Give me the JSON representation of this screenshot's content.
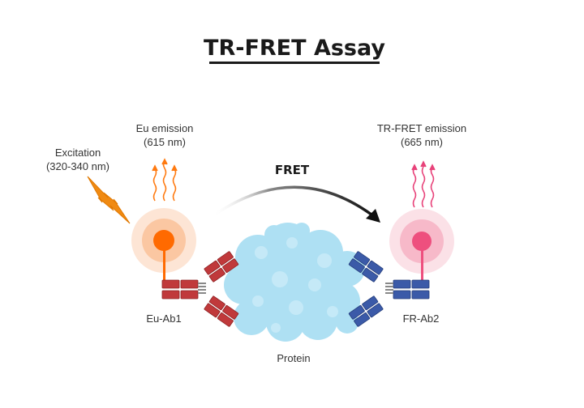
{
  "title": "TR-FRET Assay",
  "labels": {
    "excitation_line1": "Excitation",
    "excitation_line2": "(320-340 nm)",
    "eu_emission_line1": "Eu emission",
    "eu_emission_line2": "(615 nm)",
    "tr_fret_emission_line1": "TR-FRET emission",
    "tr_fret_emission_line2": "(665 nm)",
    "fret": "FRET",
    "eu_ab1": "Eu-Ab1",
    "fr_ab2": "FR-Ab2",
    "protein": "Protein"
  },
  "colors": {
    "eu_orange": "#ff6a00",
    "eu_glow": "#fcd9c3",
    "bolt": "#f08a12",
    "fr_pink": "#ee4f7e",
    "fr_glow": "#f9d4dd",
    "ab1_red": "#c0393b",
    "ab2_blue": "#3b5aa8",
    "protein": "#aee0f3",
    "arrow": "#1a1a1a"
  }
}
